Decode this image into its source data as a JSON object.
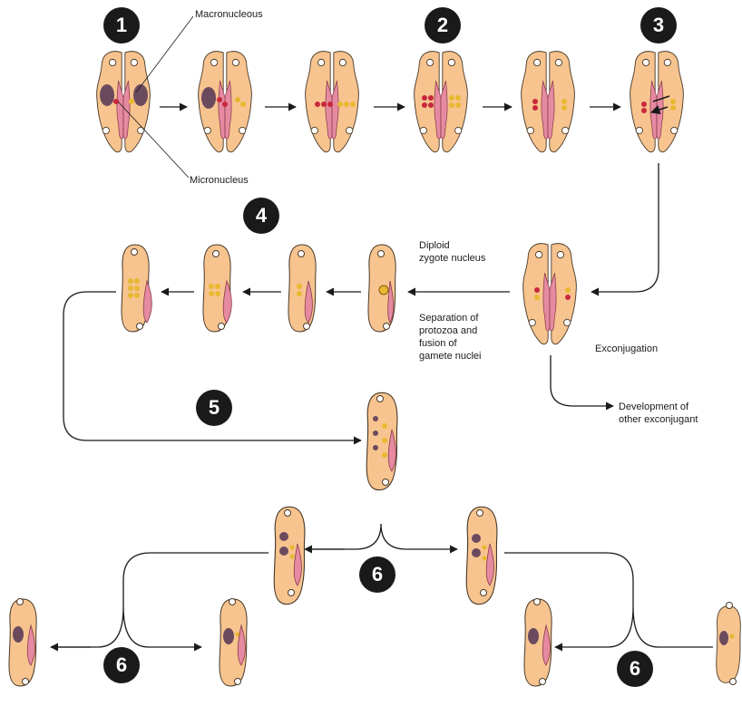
{
  "colors": {
    "cell_fill": "#f7c48f",
    "cell_stroke": "#4a3a2a",
    "macronucleus": "#6b4a5e",
    "micronucleus_red": "#c8283c",
    "micronucleus_yellow": "#e8b830",
    "oral_groove": "#e58aa0",
    "arrow": "#1a1a1a",
    "badge": "#1a1a1a"
  },
  "labels": {
    "macronucleus": "Macronucleous",
    "micronucleus": "Micronucleus",
    "diploid_zygote": "Diploid\nzygote nucleus",
    "separation": "Separation of\nprotozoa and\nfusion of\ngamete nuclei",
    "exconjugation": "Exconjugation",
    "development_other": "Development of\nother exconjugant"
  },
  "steps": {
    "s1": "1",
    "s2": "2",
    "s3": "3",
    "s4": "4",
    "s5": "5",
    "s6a": "6",
    "s6b": "6",
    "s6c": "6"
  }
}
